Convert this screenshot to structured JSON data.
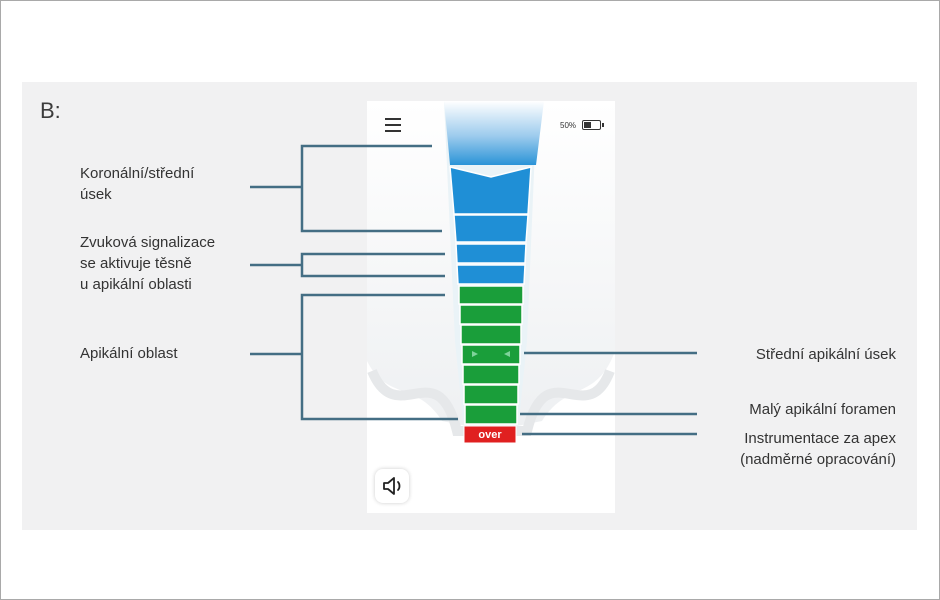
{
  "section": {
    "label": "B:"
  },
  "device": {
    "battery_text": "50%",
    "battery_level": 0.5,
    "over_label": "over",
    "icons": [
      "menu-icon",
      "battery-icon",
      "speaker-icon"
    ],
    "colors": {
      "blue": "#1f8fd6",
      "green": "#1a9e3a",
      "red": "#e02020"
    }
  },
  "labels": {
    "coronal": [
      "Koronální/střední",
      "úsek"
    ],
    "sound": [
      "Zvuková signalizace",
      "se aktivuje těsně",
      "u apikální oblasti"
    ],
    "apical": [
      "Apikální oblast"
    ],
    "mid_apical": [
      "Střední apikální úsek"
    ],
    "foramen": [
      "Malý apikální foramen"
    ],
    "over_instr": [
      "Instrumentace za apex",
      "(nadměrné opracování)"
    ]
  }
}
